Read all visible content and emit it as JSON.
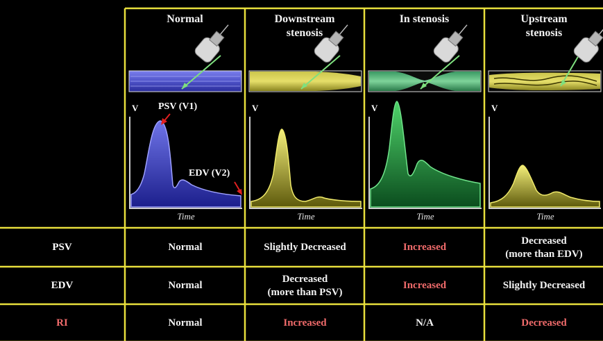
{
  "columns": [
    {
      "title": "Normal",
      "title_line2": ""
    },
    {
      "title": "Downstream",
      "title_line2": "stenosis"
    },
    {
      "title": "In stenosis",
      "title_line2": ""
    },
    {
      "title": "Upstream",
      "title_line2": "stenosis"
    }
  ],
  "axis": {
    "y_label": "V",
    "x_label": "Time"
  },
  "annotations": {
    "psv": "PSV (V1)",
    "edv": "EDV (V2)"
  },
  "rows": [
    {
      "label": "PSV",
      "label_color": "#ffffff",
      "values": [
        {
          "l1": "Normal",
          "l2": "",
          "red": false
        },
        {
          "l1": "Slightly Decreased",
          "l2": "",
          "red": false
        },
        {
          "l1": "Increased",
          "l2": "",
          "red": true
        },
        {
          "l1": "Decreased",
          "l2": "(more than EDV)",
          "red": false
        }
      ]
    },
    {
      "label": "EDV",
      "label_color": "#ffffff",
      "values": [
        {
          "l1": "Normal",
          "l2": "",
          "red": false
        },
        {
          "l1": "Decreased",
          "l2": "(more than PSV)",
          "red": false
        },
        {
          "l1": "Increased",
          "l2": "",
          "red": true
        },
        {
          "l1": "Slightly Decreased",
          "l2": "",
          "red": false
        }
      ]
    },
    {
      "label": "RI",
      "label_color": "#f06b6b",
      "values": [
        {
          "l1": "Normal",
          "l2": "",
          "red": false
        },
        {
          "l1": "Increased",
          "l2": "",
          "red": true
        },
        {
          "l1": "N/A",
          "l2": "",
          "red": false
        },
        {
          "l1": "Decreased",
          "l2": "",
          "red": true
        }
      ]
    }
  ],
  "colors": {
    "grid": "#e8df3c",
    "background": "#000000",
    "highlight_text": "#f06b6b"
  }
}
